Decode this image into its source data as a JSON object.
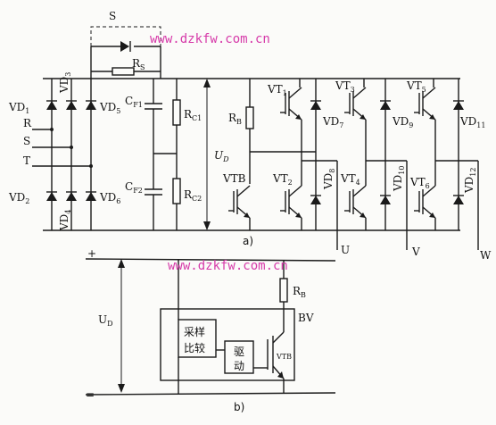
{
  "watermarks": [
    "www.dzkfw.com.cn",
    "www.dzkfw.com.cn"
  ],
  "captions": {
    "a": "a)",
    "b": "b)"
  },
  "diagram_a": {
    "switch": "S",
    "rs": {
      "main": "R",
      "sub": "S"
    },
    "cf1": {
      "main": "C",
      "sub": "F1"
    },
    "cf2": {
      "main": "C",
      "sub": "F2"
    },
    "rc1": {
      "main": "R",
      "sub": "C1"
    },
    "rc2": {
      "main": "R",
      "sub": "C2"
    },
    "ud": {
      "main": "U",
      "sub": "D"
    },
    "rb": {
      "main": "R",
      "sub": "B"
    },
    "vtb": "VTB",
    "vd1": {
      "main": "VD",
      "sub": "1"
    },
    "vd2": {
      "main": "VD",
      "sub": "2"
    },
    "vd3": {
      "main": "VD",
      "sub": "3"
    },
    "vd4": {
      "main": "VD",
      "sub": "4"
    },
    "vd5": {
      "main": "VD",
      "sub": "5"
    },
    "vd6": {
      "main": "VD",
      "sub": "6"
    },
    "vd7": {
      "main": "VD",
      "sub": "7"
    },
    "vd8": {
      "main": "VD",
      "sub": "8"
    },
    "vd9": {
      "main": "VD",
      "sub": "9"
    },
    "vd10": {
      "main": "VD",
      "sub": "10"
    },
    "vd11": {
      "main": "VD",
      "sub": "11"
    },
    "vd12": {
      "main": "VD",
      "sub": "12"
    },
    "vt1": {
      "main": "VT",
      "sub": "1"
    },
    "vt2": {
      "main": "VT",
      "sub": "2"
    },
    "vt3": {
      "main": "VT",
      "sub": "3"
    },
    "vt4": {
      "main": "VT",
      "sub": "4"
    },
    "vt5": {
      "main": "VT",
      "sub": "5"
    },
    "vt6": {
      "main": "VT",
      "sub": "6"
    },
    "inputs": [
      "R",
      "S",
      "T"
    ],
    "outputs": [
      "U",
      "V",
      "W"
    ]
  },
  "diagram_b": {
    "plus": "+",
    "minus": "=",
    "ud": {
      "main": "U",
      "sub": "D"
    },
    "rb": {
      "main": "R",
      "sub": "B"
    },
    "bv": "BV",
    "sampling": [
      "采样",
      "比较"
    ],
    "drive": [
      "驱",
      "动"
    ],
    "vtb": "VTB"
  }
}
